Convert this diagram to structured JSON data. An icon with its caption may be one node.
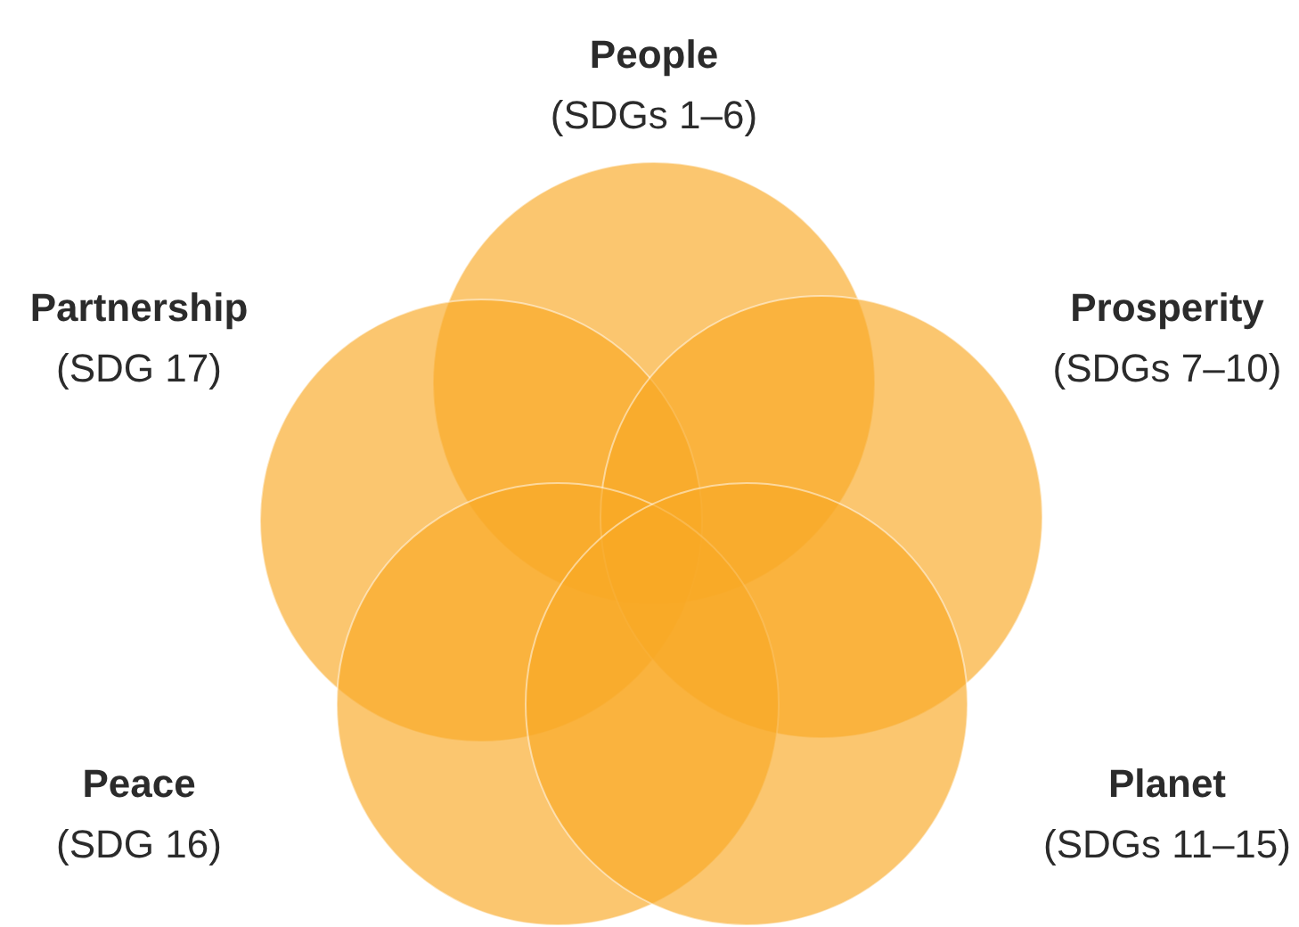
{
  "diagram": {
    "nodes": [
      {
        "text": [
          "People",
          "(SDGs 1–6)"
        ]
      },
      {
        "text": [
          "Partnership",
          "(SDG 17)"
        ]
      },
      {
        "text": [
          "Prosperity",
          "(SDGs 7–10)"
        ]
      },
      {
        "text": [
          "Peace",
          "(SDG 16)"
        ]
      },
      {
        "text": [
          "Planet",
          "(SDGs 11–15)"
        ]
      }
    ],
    "edges": []
  }
}
